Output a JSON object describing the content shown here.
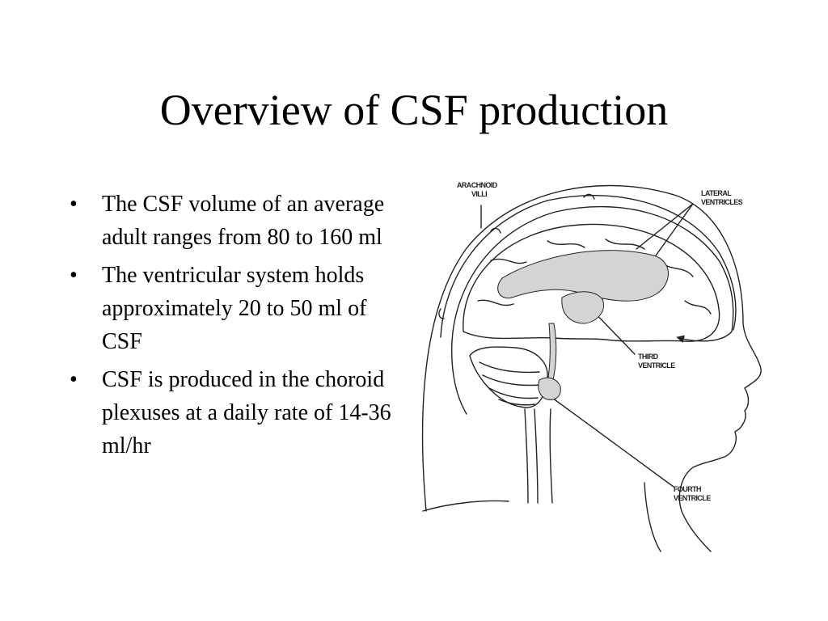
{
  "slide": {
    "title": "Overview of CSF production",
    "bullets": [
      "The CSF volume of an average adult ranges from 80 to 160 ml",
      "The ventricular system holds approximately 20 to 50 ml of CSF",
      "CSF is produced in the choroid plexuses at a daily rate of 14-36 ml/hr"
    ],
    "bullet_marker": "•"
  },
  "diagram": {
    "labels": {
      "arachnoid_villi": [
        "ARACHNOID",
        "VILLI"
      ],
      "lateral_ventricles": [
        "LATERAL",
        "VENTRICLES"
      ],
      "third_ventricle": [
        "THIRD",
        "VENTRICLE"
      ],
      "fourth_ventricle": [
        "FOURTH",
        "VENTRICLE"
      ]
    },
    "colors": {
      "ventricle_fill": "#d4d4d4",
      "line": "#222222"
    }
  }
}
